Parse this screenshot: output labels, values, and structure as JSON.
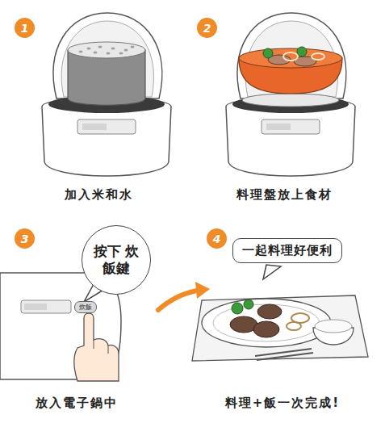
{
  "diagram": {
    "nodes": [
      {
        "text": [
          "1"
        ]
      },
      {
        "text": [
          "2"
        ]
      },
      {
        "text": [
          "3"
        ]
      },
      {
        "text": [
          "按下 炊飯鍵"
        ]
      },
      {
        "text": [
          "炊飯"
        ]
      },
      {
        "text": [
          "4"
        ]
      },
      {
        "text": [
          "一起料理好便利"
        ]
      }
    ],
    "labels": [
      "加入米和水",
      "料理盤放上食材",
      "放入電子鍋中",
      "料理+飯一次完成!"
    ]
  }
}
